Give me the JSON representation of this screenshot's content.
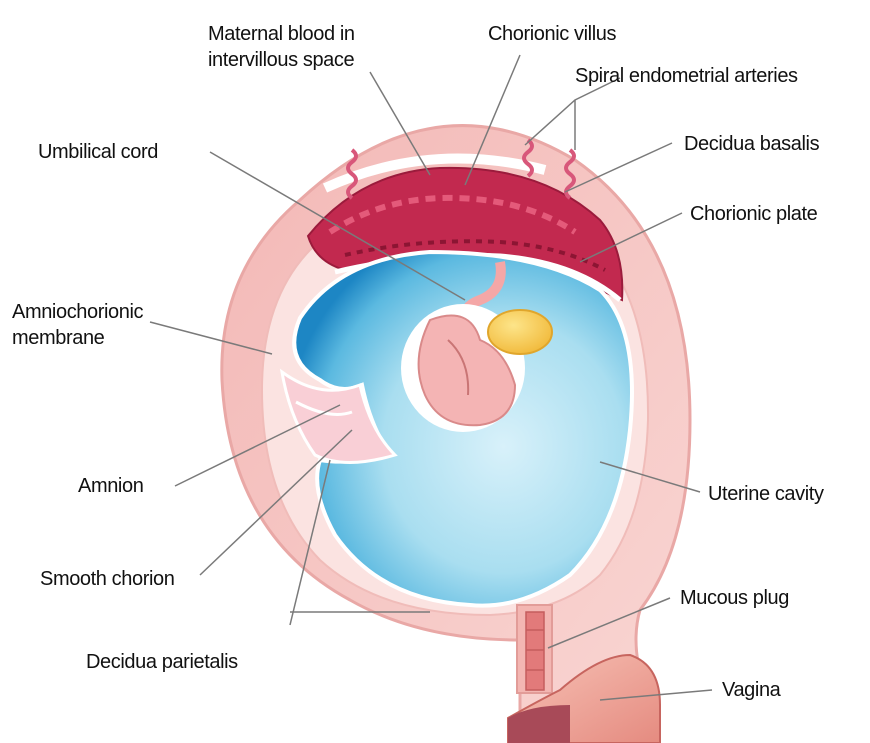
{
  "labels": {
    "maternal_blood_line1": "Maternal blood in",
    "maternal_blood_line2": "intervillous space",
    "chorionic_villus": "Chorionic villus",
    "spiral_arteries": "Spiral endometrial arteries",
    "umbilical_cord": "Umbilical cord",
    "decidua_basalis": "Decidua basalis",
    "chorionic_plate": "Chorionic plate",
    "amniochorionic_line1": "Amniochorionic",
    "amniochorionic_line2": "membrane",
    "amnion": "Amnion",
    "uterine_cavity": "Uterine cavity",
    "smooth_chorion": "Smooth chorion",
    "mucous_plug": "Mucous plug",
    "decidua_parietalis": "Decidua parietalis",
    "vagina": "Vagina"
  },
  "colors": {
    "uterine_wall": "#f6c9c6",
    "uterine_wall_outline": "#e9a8a6",
    "decidua_basalis": "#c2294f",
    "amniotic_fluid": "#a9def0",
    "amniotic_fluid_deep": "#1d86c4",
    "embryo": "#f4b4b4",
    "yolk_sac": "#f7c948",
    "vagina": "#e8948e",
    "leader_line": "#7a7a7a"
  }
}
